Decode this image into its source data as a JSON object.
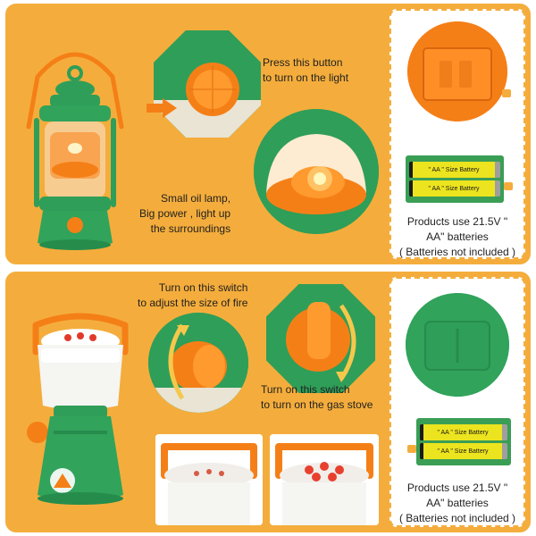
{
  "colors": {
    "panel": "#f4ad3c",
    "green": "#2f9e58",
    "orange": "#f57f17",
    "white": "#ffffff"
  },
  "top": {
    "caption_button": [
      "Press this button",
      "to turn on the light"
    ],
    "caption_lamp": [
      "Small oil lamp,",
      "Big power , light up",
      "the surroundings"
    ],
    "battery_label_1": "\" AA \" Size Battery",
    "battery_label_2": "\" AA \" Size Battery",
    "caption_battery": [
      "Products use 21.5V \"",
      "AA\" batteries",
      "( Batteries not included )"
    ]
  },
  "bottom": {
    "caption_fire": [
      "Turn on this switch",
      "to adjust the size of fire"
    ],
    "caption_stove": [
      "Turn on this switch",
      "to turn on the gas stove"
    ],
    "battery_label_1": "\" AA \" Size Battery",
    "battery_label_2": "\" AA \" Size Battery",
    "caption_battery": [
      "Products use 21.5V \"",
      "AA\" batteries",
      "( Batteries not included )"
    ]
  }
}
